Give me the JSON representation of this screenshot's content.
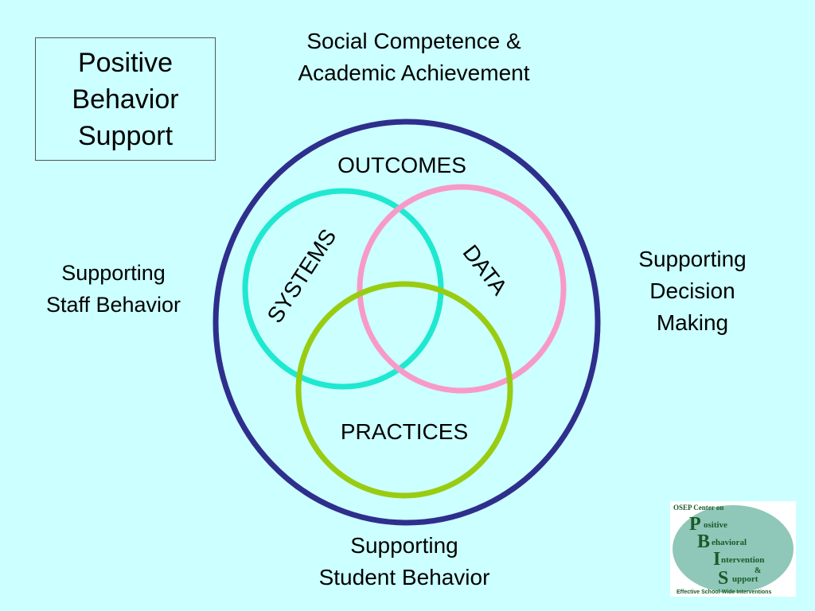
{
  "title_box": {
    "lines": [
      "Positive",
      "Behavior",
      "Support"
    ]
  },
  "top_label": {
    "lines": [
      "Social Competence &",
      "Academic Achievement"
    ]
  },
  "left_label": {
    "lines": [
      "Supporting",
      "Staff Behavior"
    ]
  },
  "right_label": {
    "lines": [
      "Supporting",
      "Decision",
      "Making"
    ]
  },
  "bottom_label": {
    "lines": [
      "Supporting",
      "Student Behavior"
    ]
  },
  "diagram": {
    "outer_label": "OUTCOMES",
    "systems_label": "SYSTEMS",
    "data_label": "DATA",
    "practices_label": "PRACTICES",
    "colors": {
      "outer": "#2e2e8c",
      "systems": "#1fe8d0",
      "data": "#f79ac8",
      "practices": "#99cc11",
      "background": "#ccffff"
    }
  },
  "logo": {
    "header": "OSEP Center on",
    "letters": [
      "P",
      "B",
      "I",
      "S"
    ],
    "words": [
      "ositive",
      "ehavioral",
      "ntervention",
      "upport"
    ],
    "amp": "&",
    "footer": "Effective School-Wide Interventions",
    "colors": {
      "oval": "#8fc7b8",
      "text": "#1a5a28"
    }
  }
}
